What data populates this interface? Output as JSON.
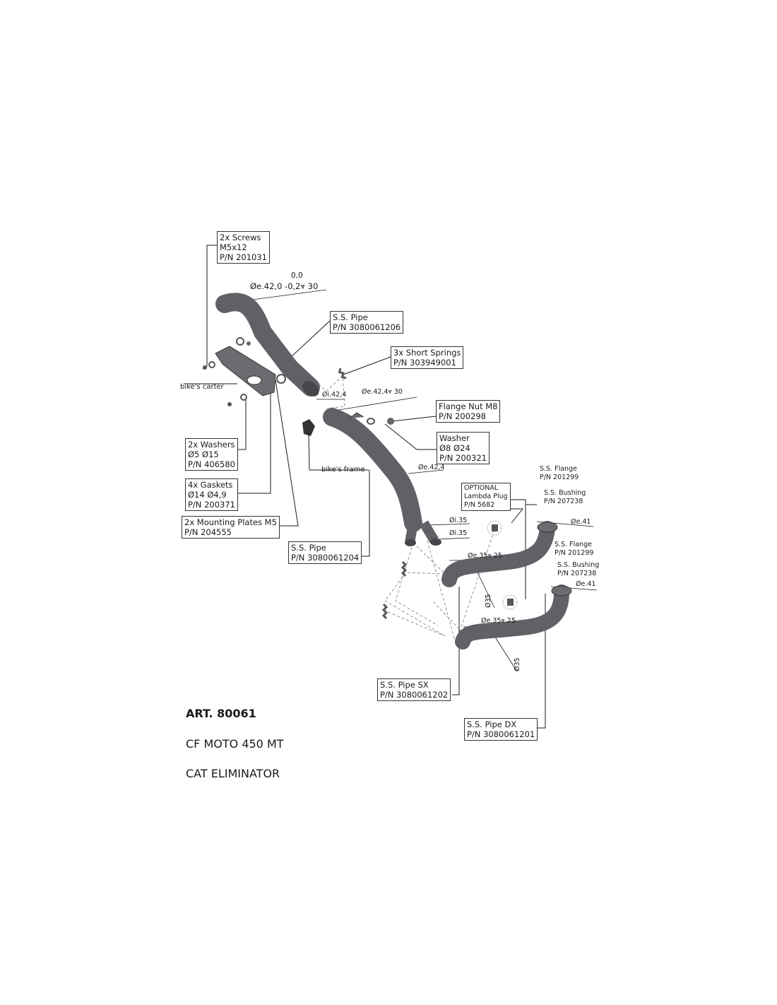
{
  "callouts": {
    "screws": [
      "2x Screws",
      "M5x12",
      "P/N 201031"
    ],
    "pipe_top": [
      "S.S. Pipe",
      "P/N 3080061206"
    ],
    "springs": [
      "3x Short Springs",
      "P/N 303949001"
    ],
    "flange_nut": [
      "Flange Nut M8",
      "P/N 200298"
    ],
    "washer": [
      "Washer",
      "Ø8 Ø24",
      "P/N 200321"
    ],
    "washers": [
      "2x Washers",
      "Ø5 Ø15",
      "P/N 406580"
    ],
    "gaskets": [
      "4x Gaskets",
      "Ø14 Ø4,9",
      "P/N 200371"
    ],
    "plates": [
      "2x Mounting Plates M5",
      "P/N 204555"
    ],
    "pipe_mid": [
      "S.S. Pipe",
      "P/N 3080061204"
    ],
    "lambda": [
      "OPTIONAL",
      "Lambda Plug",
      "P/N 5682"
    ],
    "flange1": [
      "S.S. Flange",
      "P/N 201299"
    ],
    "bushing1": [
      "S.S. Bushing",
      "P/N 207238"
    ],
    "flange2": [
      "S.S. Flange",
      "P/N 201299"
    ],
    "bushing2": [
      "S.S. Bushing",
      "P/N 207238"
    ],
    "pipe_sx": [
      "S.S. Pipe SX",
      "P/N 3080061202"
    ],
    "pipe_dx": [
      "S.S. Pipe DX",
      "P/N 3080061201"
    ]
  },
  "labels": {
    "bikes_carter": "bike's carter",
    "bikes_frame": "bike's frame"
  },
  "dimensions": {
    "tol_upper": "0,0",
    "outer_top": "Øe.42,0 -0,2⩔ 30",
    "inner_42": "Øi.42,4",
    "outer_42_depth": "Øe.42,4⩔ 30",
    "outer_42": "Øe.42,4",
    "inner_35_a": "Øi.35",
    "inner_35_b": "Øi.35",
    "outer_35_a": "Øe.35⩔ 25",
    "outer_35_b": "Øe.35⩔ 25",
    "dia_35_a": "Ø35",
    "dia_35_b": "Ø35",
    "outer_41_a": "Øe.41",
    "outer_41_b": "Øe.41"
  },
  "product": {
    "art": "ART. 80061",
    "model": "CF MOTO 450 MT",
    "name": "CAT ELIMINATOR"
  },
  "colors": {
    "pipe": "#5f6166",
    "pipe_dark": "#44464a",
    "line": "#1a1a1a"
  }
}
